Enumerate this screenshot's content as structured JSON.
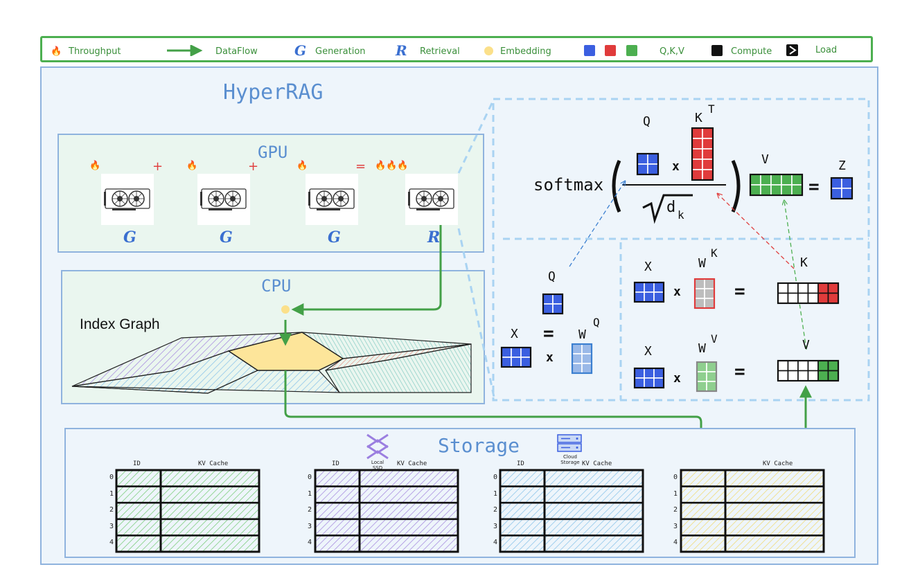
{
  "legend": {
    "throughput": "Throughput",
    "dataflow": "DataFlow",
    "generation_glyph": "G",
    "generation": "Generation",
    "retrieval_glyph": "R",
    "retrieval": "Retrieval",
    "embedding": "Embedding",
    "qkv": "Q,K,V",
    "compute": "Compute",
    "load": "Load"
  },
  "colors": {
    "q": "#3b5fe0",
    "k": "#e03b3b",
    "v": "#4caf50",
    "compute": "#111111",
    "dataflow": "#43a047",
    "title": "#5b8fd0"
  },
  "title": "HyperRAG",
  "gpu": {
    "title": "GPU",
    "cards": [
      {
        "label": "G",
        "fire": "🔥",
        "op": "+"
      },
      {
        "label": "G",
        "fire": "🔥",
        "op": "+"
      },
      {
        "label": "G",
        "fire": "🔥",
        "op": "="
      },
      {
        "label": "R",
        "fire": "🔥🔥🔥",
        "op": ""
      }
    ]
  },
  "cpu": {
    "title": "CPU",
    "index_graph": "Index Graph"
  },
  "attention": {
    "softmax": "softmax",
    "q": "Q",
    "kt": "K",
    "kt_sup": "T",
    "times": "x",
    "sqrt_dk": "d",
    "sqrt_dk_sub": "k",
    "v": "V",
    "equals": "=",
    "z": "Z",
    "left_q": "Q",
    "left_x": "X",
    "left_wq": "W",
    "left_wq_sup": "Q",
    "right_x1": "X",
    "right_wk": "W",
    "right_wk_sup": "K",
    "right_k": "K",
    "right_x2": "X",
    "right_wv": "W",
    "right_wv_sup": "V",
    "right_v": "V"
  },
  "storage": {
    "title": "Storage",
    "local_ssd": "Local SSD",
    "cloud_storage": "Cloud Storage",
    "tables": [
      {
        "id_header": "ID",
        "kv_header": "KV Cache",
        "rows": [
          "0",
          "1",
          "2",
          "3",
          "4"
        ]
      },
      {
        "id_header": "ID",
        "kv_header": "KV Cache",
        "rows": [
          "0",
          "1",
          "2",
          "3",
          "4"
        ]
      },
      {
        "id_header": "ID",
        "kv_header": "KV Cache",
        "rows": [
          "0",
          "1",
          "2",
          "3",
          "4"
        ]
      },
      {
        "id_header": "",
        "kv_header": "KV Cache",
        "rows": [
          "0",
          "1",
          "2",
          "3",
          "4"
        ]
      }
    ]
  }
}
